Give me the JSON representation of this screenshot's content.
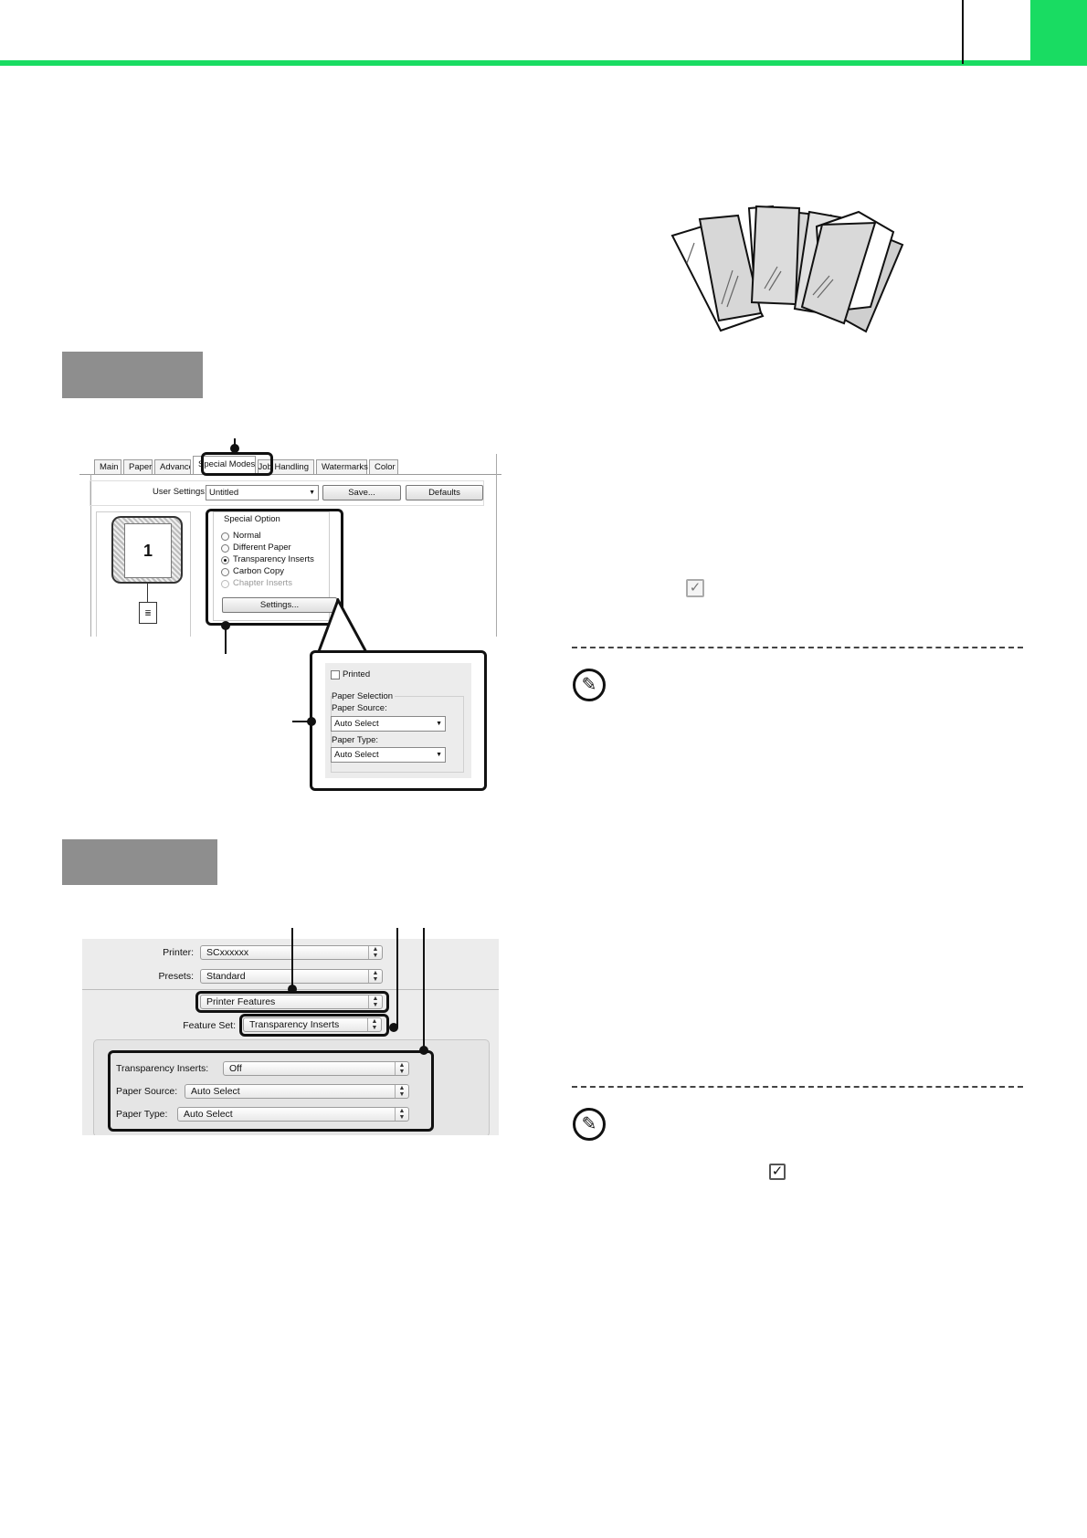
{
  "windows_dialog": {
    "tabs": [
      "Main",
      "Paper",
      "Advance",
      "Special Modes",
      "Job Handling",
      "Watermarks",
      "Color"
    ],
    "user_settings_label": "User Settings:",
    "user_settings_value": "Untitled",
    "save_label": "Save...",
    "defaults_label": "Defaults",
    "preview_page_number": "1",
    "special_option_title": "Special Option",
    "options": [
      "Normal",
      "Different Paper",
      "Transparency Inserts",
      "Carbon Copy",
      "Chapter Inserts"
    ],
    "selected_option": "Transparency Inserts",
    "settings_label": "Settings...",
    "popup": {
      "printed_label": "Printed",
      "paper_selection_label": "Paper Selection",
      "paper_source_label": "Paper Source:",
      "paper_source_value": "Auto Select",
      "paper_type_label": "Paper Type:",
      "paper_type_value": "Auto Select"
    }
  },
  "mac_dialog": {
    "printer_label": "Printer:",
    "printer_value": "SCxxxxxx",
    "presets_label": "Presets:",
    "presets_value": "Standard",
    "panel_value": "Printer Features",
    "feature_set_label": "Feature Set:",
    "feature_set_value": "Transparency Inserts",
    "transparency_label": "Transparency Inserts:",
    "transparency_value": "Off",
    "paper_source_label": "Paper Source:",
    "paper_source_value": "Auto Select",
    "paper_type_label": "Paper Type:",
    "paper_type_value": "Auto Select"
  },
  "colors": {
    "accent_green": "#19dc62",
    "os_bar": "#8e8e8e"
  },
  "icons": [
    "pencil-note-icon",
    "checkbox-checked-icon"
  ]
}
